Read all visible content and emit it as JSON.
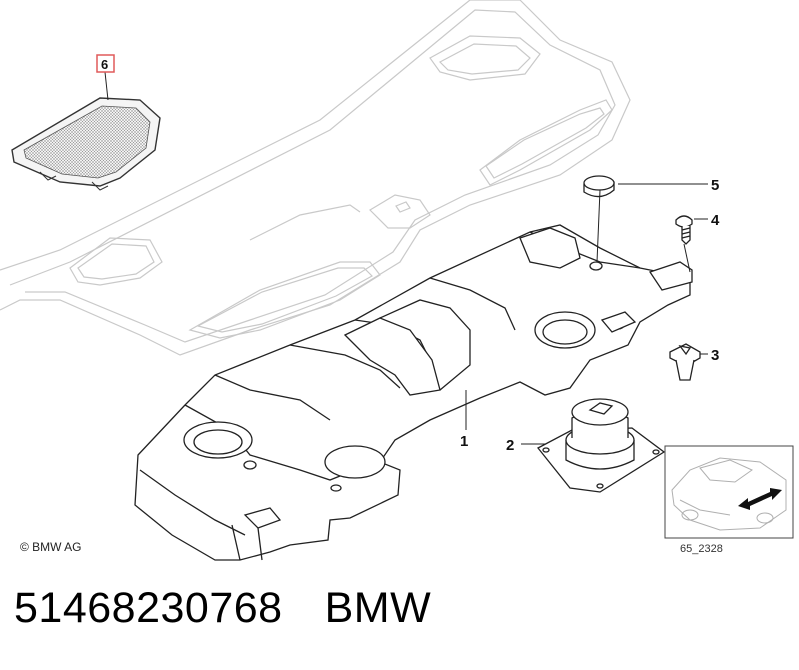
{
  "diagram": {
    "callouts": [
      {
        "label": "1",
        "boxed": false
      },
      {
        "label": "2",
        "boxed": false
      },
      {
        "label": "3",
        "boxed": false
      },
      {
        "label": "4",
        "boxed": false
      },
      {
        "label": "5",
        "boxed": false
      },
      {
        "label": "6",
        "boxed": true
      }
    ],
    "copyright": "© BMW AG",
    "diagram_code": "65_2328",
    "highlight_color": "#e05a5a"
  },
  "caption": {
    "part_number": "51468230768",
    "brand": "BMW"
  }
}
